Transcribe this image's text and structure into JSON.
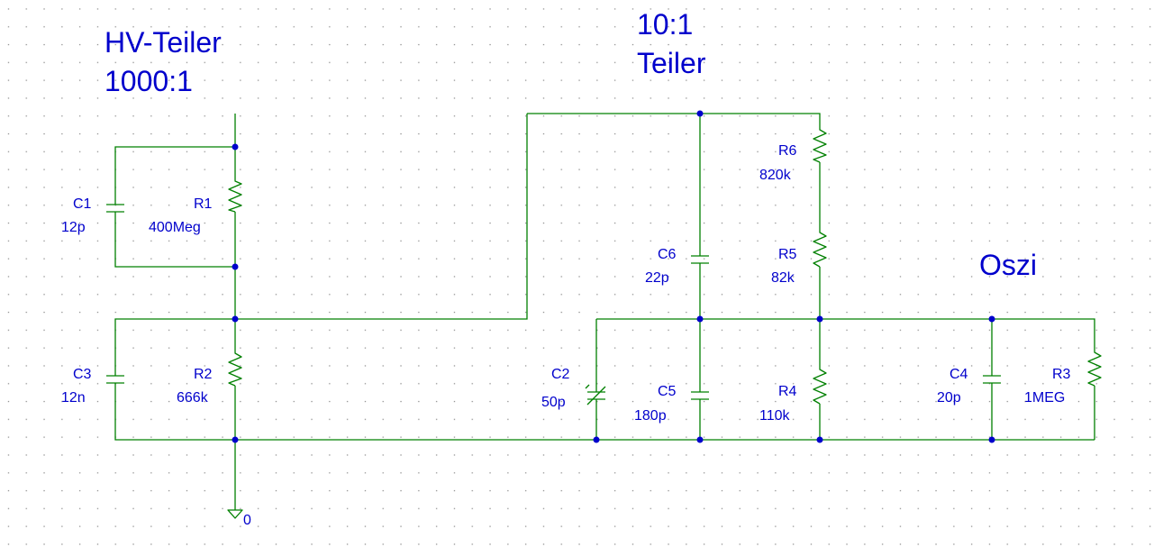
{
  "titles": {
    "hv_divider_line1": "HV-Teiler",
    "hv_divider_line2": "1000:1",
    "divider_10_line1": "10:1",
    "divider_10_line2": "Teiler",
    "scope": "Oszi"
  },
  "components": {
    "C1": {
      "ref": "C1",
      "value": "12p"
    },
    "R1": {
      "ref": "R1",
      "value": "400Meg"
    },
    "C3": {
      "ref": "C3",
      "value": "12n"
    },
    "R2": {
      "ref": "R2",
      "value": "666k"
    },
    "C2": {
      "ref": "C2",
      "value": "50p"
    },
    "C6": {
      "ref": "C6",
      "value": "22p"
    },
    "C5": {
      "ref": "C5",
      "value": "180p"
    },
    "R6": {
      "ref": "R6",
      "value": "820k"
    },
    "R5": {
      "ref": "R5",
      "value": "82k"
    },
    "R4": {
      "ref": "R4",
      "value": "110k"
    },
    "C4": {
      "ref": "C4",
      "value": "20p"
    },
    "R3": {
      "ref": "R3",
      "value": "1MEG"
    }
  },
  "ground_label": "0",
  "colors": {
    "wire": "#008000",
    "text": "#0000cc",
    "junction": "#0000cc",
    "grid_dot": "#909090",
    "background": "#ffffff"
  }
}
